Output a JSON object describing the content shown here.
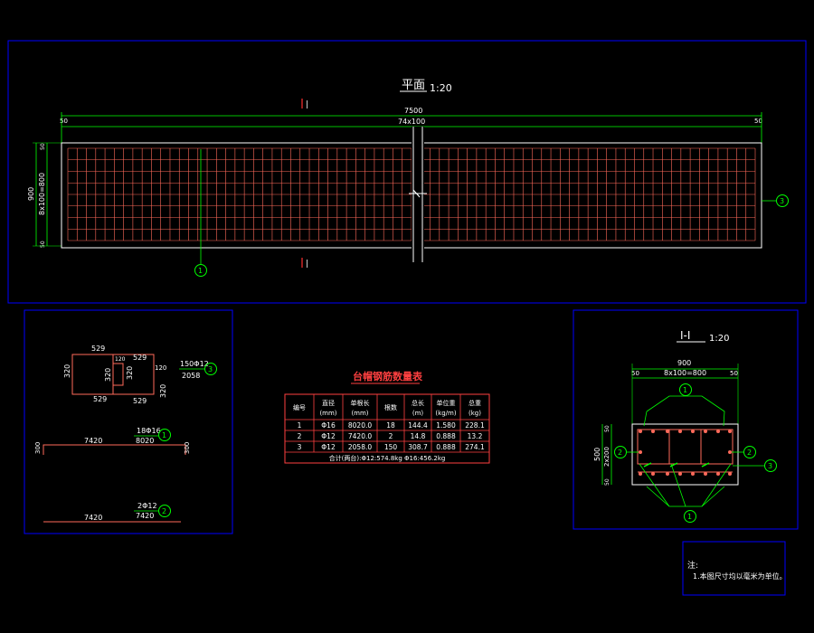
{
  "plan": {
    "title": "平面",
    "scale": "1:20",
    "section_mark": "|",
    "dims": {
      "overall": "7500",
      "inner": "74x100",
      "edge_left": "50",
      "edge_right": "50",
      "height": "900",
      "height_inner": "8x100=800",
      "top_small": "50",
      "bottom_small": "50"
    },
    "callouts": {
      "bottom": "1",
      "right": "3"
    }
  },
  "bars": {
    "b3": {
      "h_top": "529",
      "h_bottom": "529",
      "h_mid_top": "529",
      "h_mid_bottom": "529",
      "v_left": "320",
      "v_mid": "320",
      "v_mid2": "320",
      "v_right": "320",
      "small_a": "120",
      "small_b": "120",
      "spec": "150Φ12",
      "length": "2058",
      "id": "3"
    },
    "b1": {
      "spec": "18Φ16",
      "length": "8020",
      "span": "7420",
      "hook_left": "300",
      "hook_right": "300",
      "id": "1"
    },
    "b2": {
      "spec": "2Φ12",
      "length": "7420",
      "span": "7420",
      "id": "2"
    }
  },
  "table": {
    "title": "台帽钢筋数量表",
    "headers": [
      "编号",
      "直径\n(mm)",
      "单根长\n(mm)",
      "根数",
      "总长\n(m)",
      "单位重\n(kg/m)",
      "总重\n(kg)"
    ],
    "rows": [
      [
        "1",
        "Φ16",
        "8020.0",
        "18",
        "144.4",
        "1.580",
        "228.1"
      ],
      [
        "2",
        "Φ12",
        "7420.0",
        "2",
        "14.8",
        "0.888",
        "13.2"
      ],
      [
        "3",
        "Φ12",
        "2058.0",
        "150",
        "308.7",
        "0.888",
        "274.1"
      ]
    ],
    "total": "合计(两台):Φ12:574.8kg Φ16:456.2kg"
  },
  "section": {
    "title": "I-I",
    "scale": "1:20",
    "dims": {
      "width": "900",
      "edge_left": "50",
      "inner": "8x100=800",
      "edge_right": "50",
      "height": "500",
      "height_inner": "2x200",
      "top_small": "50",
      "bottom_small": "50"
    },
    "callouts": {
      "top": "1",
      "bottom": "1",
      "left": "2",
      "right_mid": "2",
      "right_low": "3"
    }
  },
  "note": {
    "label": "注:",
    "text": "1.本图尺寸均以毫米为单位。"
  },
  "colors": {
    "frame": "#0000ff",
    "dim": "#00ff00",
    "rebar": "#ff6a5a",
    "text": "#ffffff"
  }
}
